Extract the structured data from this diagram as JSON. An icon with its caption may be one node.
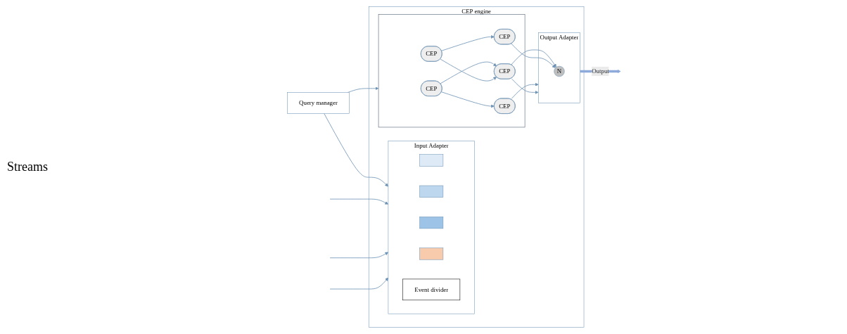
{
  "diagram": {
    "nodes": [
      {
        "text": [
          "Query manager"
        ]
      },
      {
        "text": [
          "CEP engine"
        ]
      },
      {
        "text": [
          "Input Adapter"
        ],
        "in": 1
      },
      {
        "text": [],
        "shape": "box",
        "in": 2
      },
      {
        "text": [],
        "shape": "box",
        "in": 2
      },
      {
        "text": [],
        "shape": "box",
        "in": 2
      },
      {
        "text": [],
        "shape": "box",
        "in": 2
      },
      {
        "text": [
          "Event divider"
        ],
        "in": 2
      },
      {
        "text": [],
        "shape": "box",
        "in": 1
      },
      {
        "text": [
          "CEP"
        ],
        "in": 8
      },
      {
        "text": [
          "CEP"
        ],
        "in": 8
      },
      {
        "text": [
          "CEP"
        ],
        "in": 8
      },
      {
        "text": [
          "CEP"
        ],
        "in": 8
      },
      {
        "text": [
          "CEP"
        ],
        "in": 8
      },
      {
        "text": [
          "Output Adapter"
        ],
        "in": 1
      },
      {
        "text": [
          "N"
        ],
        "in": 14
      }
    ],
    "edges": [
      {
        "from": 0,
        "to": 2,
        "arrow": "to"
      },
      {
        "from": 0,
        "to": 8,
        "arrow": "to"
      },
      {
        "from": null,
        "to": 2,
        "arrow": "to"
      },
      {
        "from": null,
        "to": 2,
        "arrow": "to"
      },
      {
        "from": null,
        "to": 2,
        "arrow": "to"
      },
      {
        "from": 9,
        "to": 11,
        "arrow": "to"
      },
      {
        "from": 9,
        "to": 12,
        "arrow": "to"
      },
      {
        "from": 10,
        "to": 12,
        "arrow": "to"
      },
      {
        "from": 10,
        "to": 13,
        "arrow": "to"
      },
      {
        "from": 11,
        "to": 14,
        "arrow": "to"
      },
      {
        "from": 12,
        "to": 14,
        "arrow": "to"
      },
      {
        "from": 12,
        "to": 15,
        "arrow": "to"
      },
      {
        "from": 13,
        "to": 15,
        "arrow": "to"
      },
      {
        "from": 14,
        "to": null,
        "label": "Output",
        "arrow": "to",
        "style": "thick",
        "color": "#8eaadb"
      }
    ],
    "labels": [
      "Streams"
    ]
  }
}
